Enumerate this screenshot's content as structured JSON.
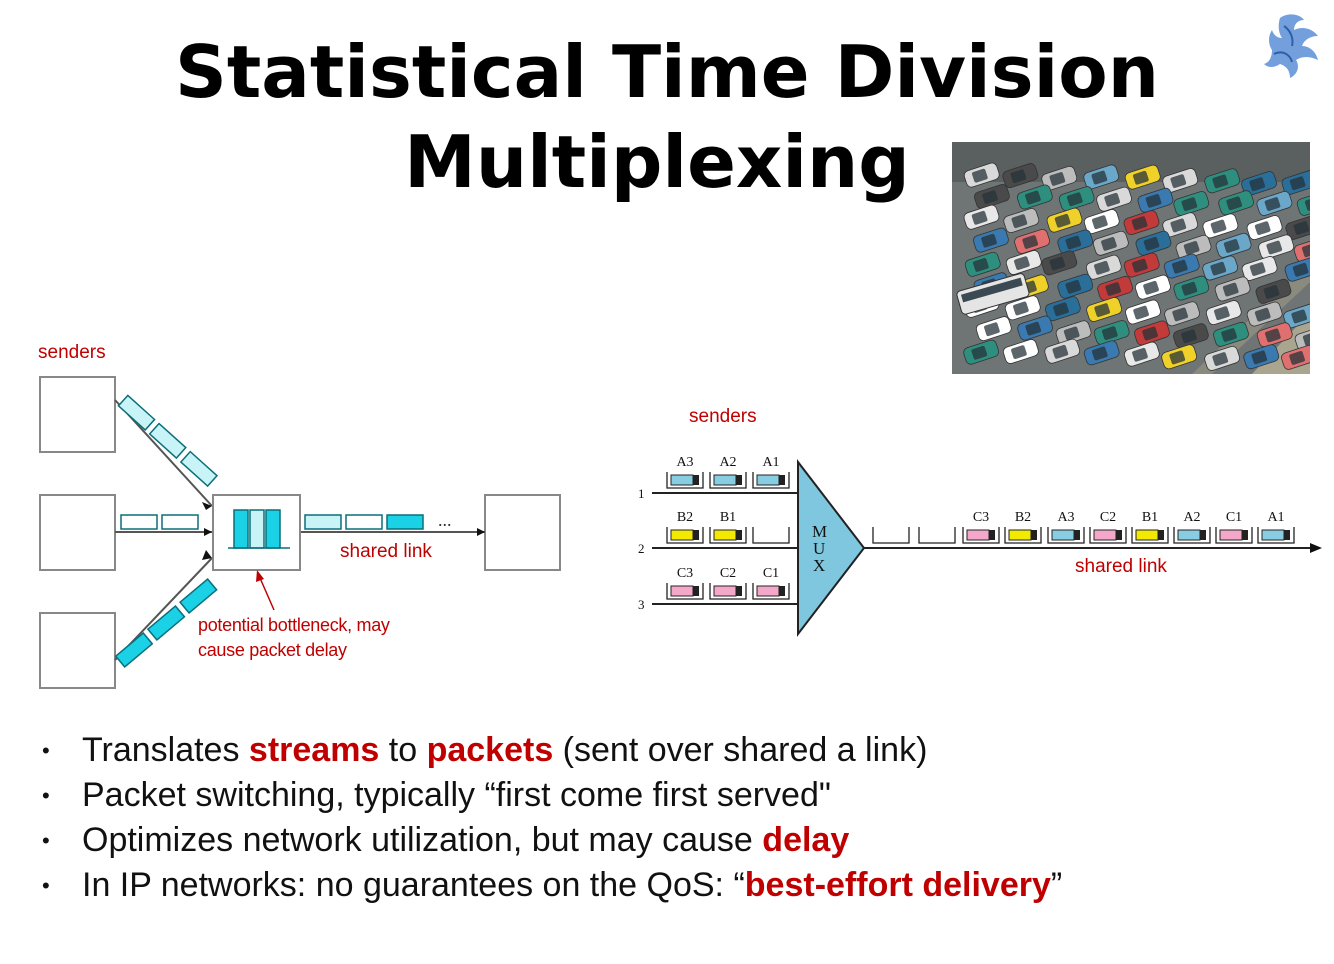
{
  "title_line1": "Statistical Time Division",
  "title_line2": "Multiplexing",
  "left_diagram": {
    "senders_label": "senders",
    "shared_link_label": "shared link",
    "bottleneck_line1": "potential bottleneck, may",
    "bottleneck_line2": "cause packet delay",
    "ellipsis": "..."
  },
  "right_diagram": {
    "senders_label": "senders",
    "shared_link_label": "shared link",
    "mux_label": "MUX",
    "inputs": [
      {
        "number": "1",
        "slots": [
          "A3",
          "A2",
          "A1"
        ]
      },
      {
        "number": "2",
        "slots": [
          "B2",
          "B1",
          ""
        ]
      },
      {
        "number": "3",
        "slots": [
          "C3",
          "C2",
          "C1"
        ]
      }
    ],
    "output_slots": [
      "",
      "",
      "C3",
      "B2",
      "A3",
      "C2",
      "B1",
      "A2",
      "C1",
      "A1"
    ]
  },
  "colors": {
    "accent_red": "#c00000",
    "packet_cyan": "#1ad1e6",
    "packet_light_cyan": "#c9f4f7",
    "packet_blue": "#89cde3",
    "packet_yellow": "#f2ea00",
    "packet_pink": "#f4a8c9",
    "mux_fill": "#7ec7de"
  },
  "bullets": [
    {
      "parts": [
        {
          "t": "Translates ",
          "b": false
        },
        {
          "t": "streams",
          "b": true
        },
        {
          "t": " to ",
          "b": false
        },
        {
          "t": "packets",
          "b": true
        },
        {
          "t": " (sent over shared a link)",
          "b": false
        }
      ]
    },
    {
      "parts": [
        {
          "t": "Packet switching, typically “first come first served\"",
          "b": false
        }
      ]
    },
    {
      "parts": [
        {
          "t": "Optimizes network utilization, but may cause ",
          "b": false
        },
        {
          "t": "delay",
          "b": true
        }
      ]
    },
    {
      "parts": [
        {
          "t": "In IP networks: no guarantees on the QoS: “",
          "b": false
        },
        {
          "t": "best-effort delivery",
          "b": true
        },
        {
          "t": "”",
          "b": false
        }
      ]
    }
  ]
}
